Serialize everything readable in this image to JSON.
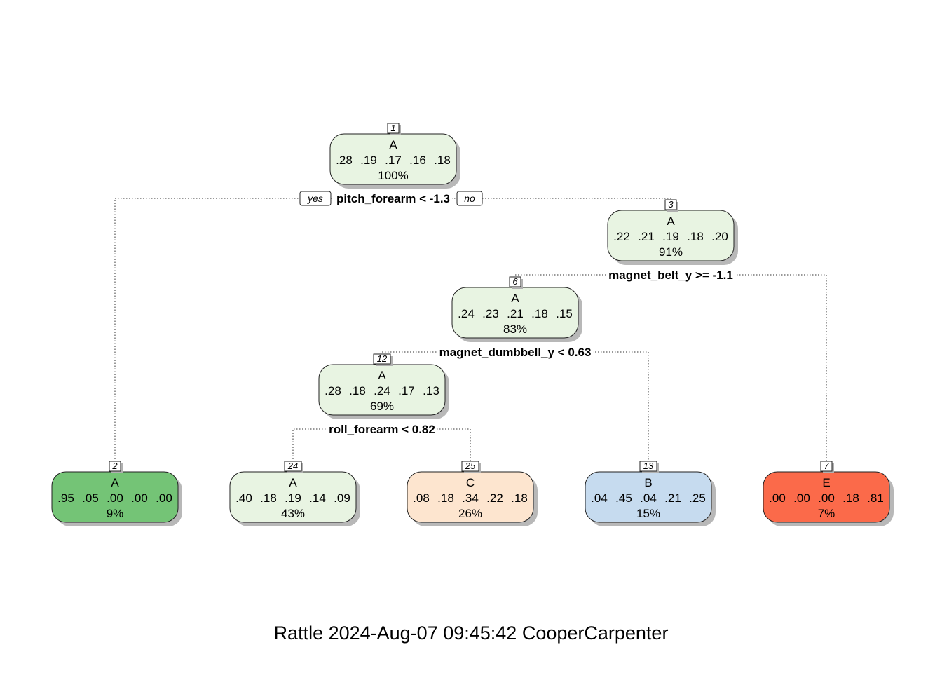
{
  "nodes": [
    {
      "id": "1",
      "class": "A",
      "probs": [
        ".28",
        ".19",
        ".17",
        ".16",
        ".18"
      ],
      "pct": "100%",
      "color": "#e8f4e2"
    },
    {
      "id": "3",
      "class": "A",
      "probs": [
        ".22",
        ".21",
        ".19",
        ".18",
        ".20"
      ],
      "pct": "91%",
      "color": "#e8f4e2"
    },
    {
      "id": "6",
      "class": "A",
      "probs": [
        ".24",
        ".23",
        ".21",
        ".18",
        ".15"
      ],
      "pct": "83%",
      "color": "#e8f4e2"
    },
    {
      "id": "12",
      "class": "A",
      "probs": [
        ".28",
        ".18",
        ".24",
        ".17",
        ".13"
      ],
      "pct": "69%",
      "color": "#e8f4e2"
    },
    {
      "id": "2",
      "class": "A",
      "probs": [
        ".95",
        ".05",
        ".00",
        ".00",
        ".00"
      ],
      "pct": "9%",
      "color": "#74c476"
    },
    {
      "id": "24",
      "class": "A",
      "probs": [
        ".40",
        ".18",
        ".19",
        ".14",
        ".09"
      ],
      "pct": "43%",
      "color": "#e8f4e2"
    },
    {
      "id": "25",
      "class": "C",
      "probs": [
        ".08",
        ".18",
        ".34",
        ".22",
        ".18"
      ],
      "pct": "26%",
      "color": "#fde5cf"
    },
    {
      "id": "13",
      "class": "B",
      "probs": [
        ".04",
        ".45",
        ".04",
        ".21",
        ".25"
      ],
      "pct": "15%",
      "color": "#c6dbef"
    },
    {
      "id": "7",
      "class": "E",
      "probs": [
        ".00",
        ".00",
        ".00",
        ".18",
        ".81"
      ],
      "pct": "7%",
      "color": "#fb6a4a"
    }
  ],
  "splits": [
    {
      "node": "1",
      "label": "pitch_forearm < -1.3"
    },
    {
      "node": "3",
      "label": "magnet_belt_y >= -1.1"
    },
    {
      "node": "6",
      "label": "magnet_dumbbell_y < 0.63"
    },
    {
      "node": "12",
      "label": "roll_forearm < 0.82"
    }
  ],
  "branch_labels": {
    "yes": "yes",
    "no": "no"
  },
  "footer": "Rattle 2024-Aug-07 09:45:42 CooperCarpenter"
}
